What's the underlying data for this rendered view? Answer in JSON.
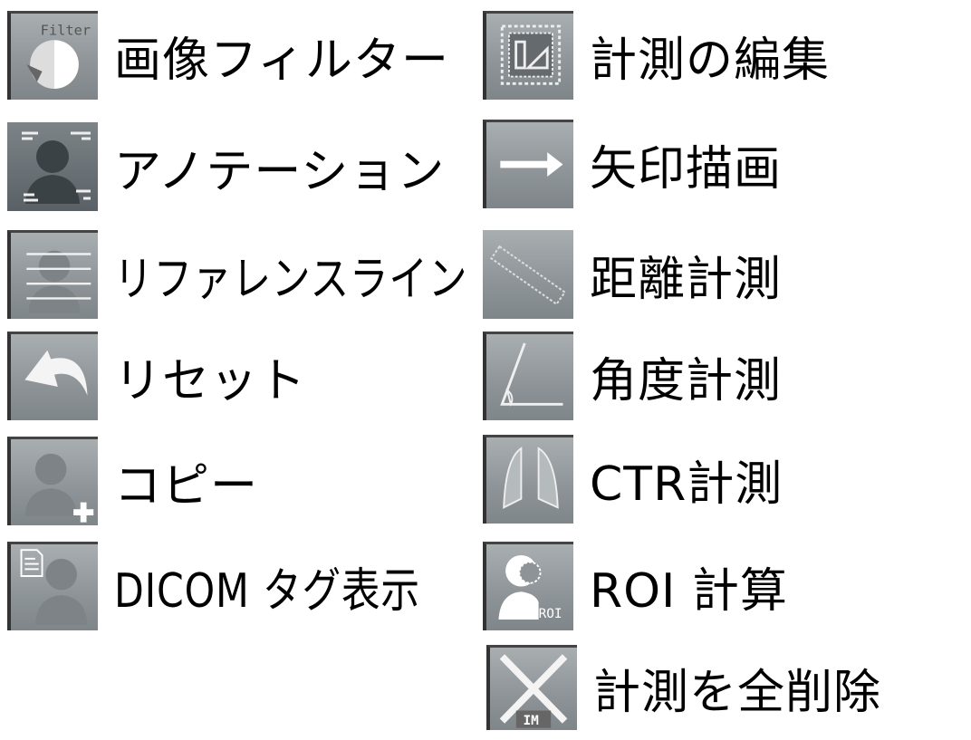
{
  "left_column": [
    {
      "label": "画像フィルター",
      "icon": "filter-icon",
      "icon_text": "Filter"
    },
    {
      "label": "アノテーション",
      "icon": "annotation-icon"
    },
    {
      "label": "リファレンスライン",
      "icon": "reference-line-icon"
    },
    {
      "label": "リセット",
      "icon": "reset-icon"
    },
    {
      "label": "コピー",
      "icon": "copy-icon"
    },
    {
      "label": "DICOM タグ表示",
      "icon": "dicom-tag-icon"
    }
  ],
  "right_column": [
    {
      "label": "計測の編集",
      "icon": "edit-measurement-icon"
    },
    {
      "label": "矢印描画",
      "icon": "arrow-icon"
    },
    {
      "label": "距離計測",
      "icon": "ruler-icon"
    },
    {
      "label": "角度計測",
      "icon": "angle-icon"
    },
    {
      "label": "CTR計測",
      "icon": "lungs-icon"
    },
    {
      "label": "ROI  計算",
      "icon": "roi-icon",
      "icon_text": "ROI"
    },
    {
      "label": "計測を全削除",
      "icon": "delete-all-icon",
      "icon_text": "IM"
    }
  ]
}
